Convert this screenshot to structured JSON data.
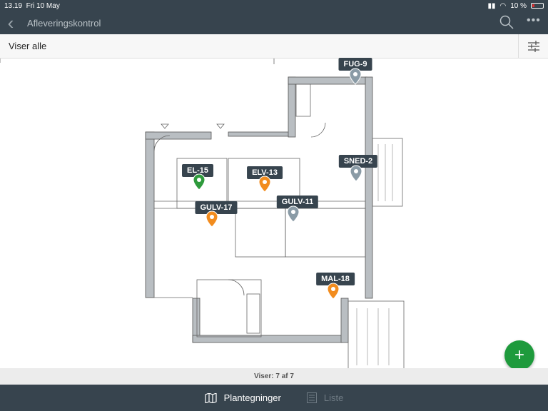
{
  "status": {
    "time": "13.19",
    "date": "Fri 10 May",
    "battery": "10 %"
  },
  "nav": {
    "title": "Afleveringskontrol"
  },
  "filter": {
    "label": "Viser alle"
  },
  "pins": [
    {
      "label": "FUG-9",
      "color": "#8a9ba6"
    },
    {
      "label": "SNED-2",
      "color": "#8a9ba6"
    },
    {
      "label": "EL-15",
      "color": "#2e9a3c"
    },
    {
      "label": "ELV-13",
      "color": "#f28c1e"
    },
    {
      "label": "GULV-11",
      "color": "#8a9ba6"
    },
    {
      "label": "GULV-17",
      "color": "#f28c1e"
    },
    {
      "label": "MAL-18",
      "color": "#f28c1e"
    }
  ],
  "footer": {
    "count": "Viser: 7 af 7"
  },
  "tabs": {
    "plans": "Plantegninger",
    "list": "Liste"
  },
  "fab": {
    "label": "+"
  }
}
